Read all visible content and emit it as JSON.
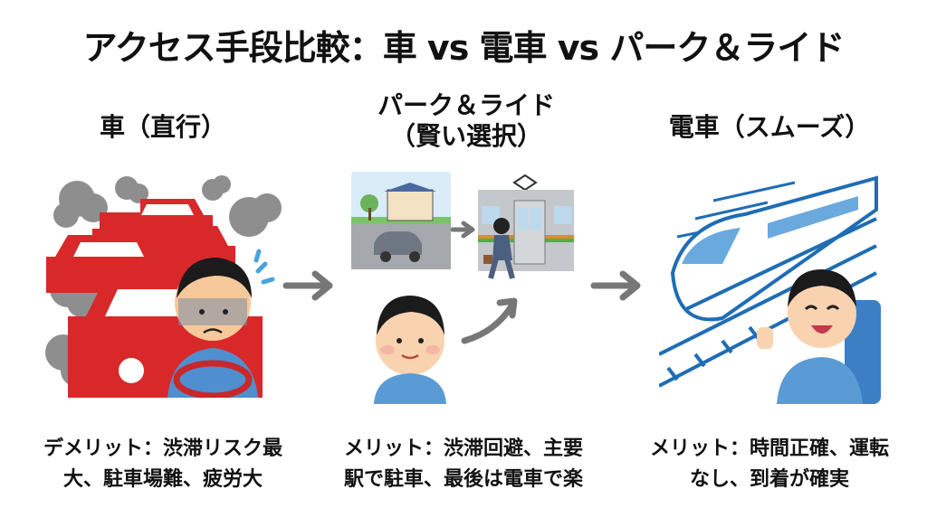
{
  "title": "アクセス手段比較：車 vs 電車 vs パーク＆ライド",
  "columns": [
    {
      "heading_line1": "車（直行）",
      "heading_line2": "",
      "description_line1": "デメリット：渋滞リスク最",
      "description_line2": "大、駐車場難、疲労大",
      "illustration": "traffic-jam-stressed-driver"
    },
    {
      "heading_line1": "パーク＆ライド",
      "heading_line2": "（賢い選択）",
      "description_line1": "メリット：渋滞回避、主要",
      "description_line2": "駅で駐車、最後は電車で楽",
      "illustration": "park-at-station-then-train"
    },
    {
      "heading_line1": "電車（スムーズ）",
      "heading_line2": "",
      "description_line1": "メリット：時間正確、運転",
      "description_line2": "なし、到着が確実",
      "illustration": "bullet-train-happy-passenger"
    }
  ],
  "colors": {
    "car_red": "#d8282a",
    "smoke_gray": "#8e8e8e",
    "train_blue": "#1f6db5",
    "shirt_blue": "#5b9bd5",
    "arrow_gray": "#777777"
  }
}
